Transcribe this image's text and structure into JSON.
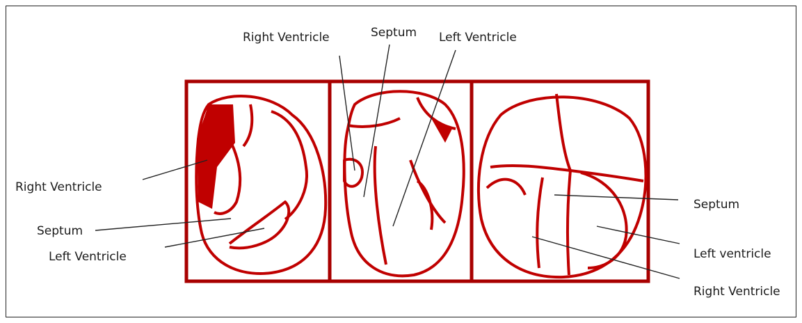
{
  "colors": {
    "heart": "#c00000",
    "border": "#a80000",
    "leader": "#222222"
  },
  "labels": {
    "top_right_ventricle": "Right Ventricle",
    "top_septum": "Septum",
    "top_left_ventricle": "Left Ventricle",
    "left_right_ventricle": "Right Ventricle",
    "left_septum": "Septum",
    "left_left_ventricle": "Left Ventricle",
    "right_septum": "Septum",
    "right_left_ventricle": "Left ventricle",
    "right_right_ventricle": "Right Ventricle"
  }
}
